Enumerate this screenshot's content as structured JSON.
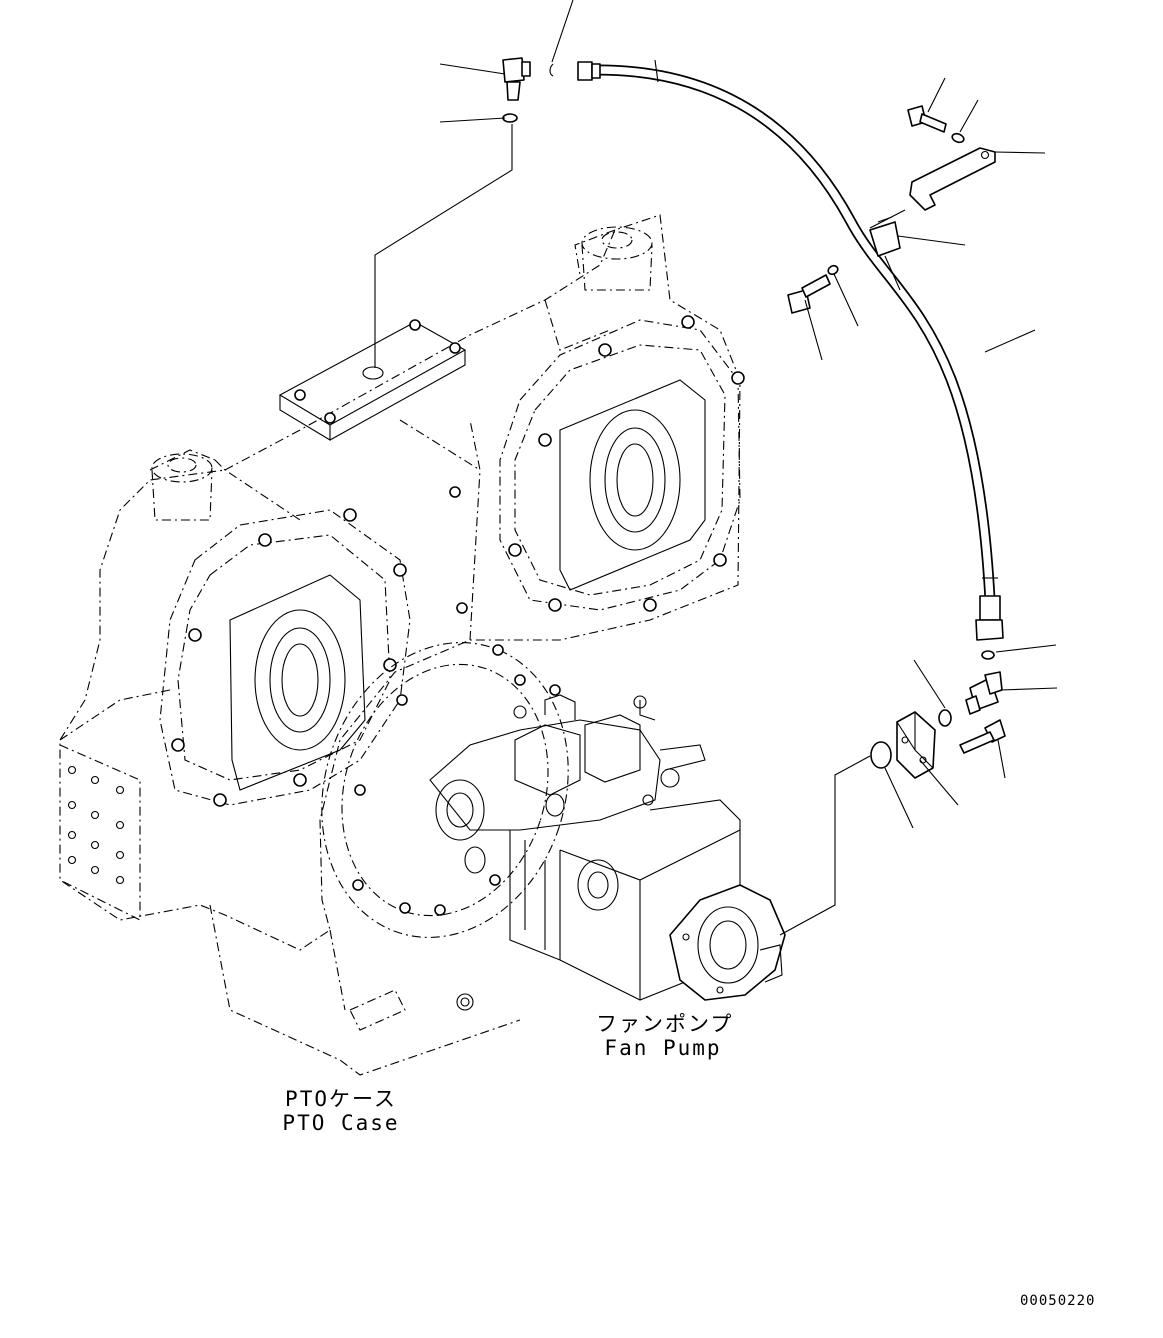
{
  "labels": {
    "fan_pump_jp": "ファンポンプ",
    "fan_pump_en": "Fan Pump",
    "pto_case_jp": "PTOケース",
    "pto_case_en": "PTO Case"
  },
  "drawing_number": "00050220"
}
